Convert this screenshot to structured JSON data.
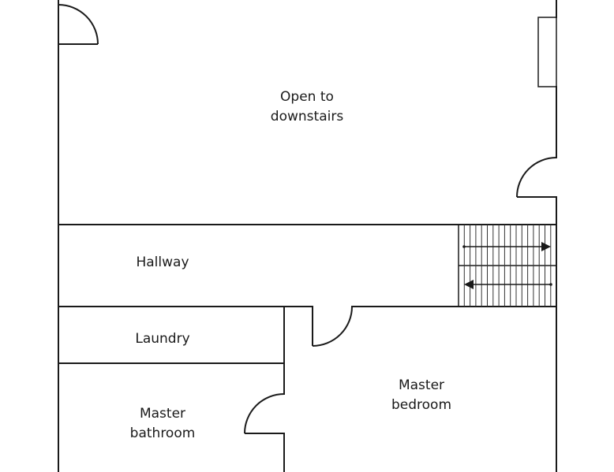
{
  "rooms": {
    "open": {
      "line1": "Open to",
      "line2": "downstairs"
    },
    "hallway": {
      "label": "Hallway"
    },
    "laundry": {
      "label": "Laundry"
    },
    "bathroom": {
      "line1": "Master",
      "line2": "bathroom"
    },
    "bedroom": {
      "line1": "Master",
      "line2": "bedroom"
    }
  },
  "colors": {
    "line": "#1a1a1a",
    "background": "#ffffff"
  }
}
